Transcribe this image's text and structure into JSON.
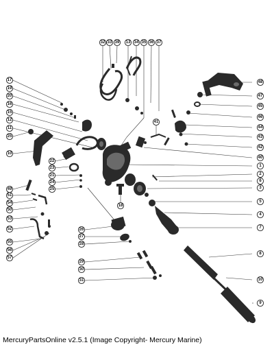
{
  "footer_text": "MercuryPartsOnline v2.5.1 (Image Copyright- Mercury Marine)",
  "callouts": {
    "c1": "1",
    "c2": "2",
    "c3": "3",
    "c4": "4",
    "c5": "5",
    "c6": "6",
    "c7": "7",
    "c8": "8",
    "c9": "9",
    "c10": "10",
    "c11": "11",
    "c12": "12",
    "c13": "13",
    "c14": "14",
    "c15": "15",
    "c16": "16",
    "c17": "17",
    "c18": "18",
    "c19": "19",
    "c20": "20",
    "c21": "21",
    "c22": "22",
    "c23": "23",
    "c24": "24",
    "c25": "25",
    "c26": "26",
    "c27": "27",
    "c28": "28",
    "c29": "29",
    "c30": "30",
    "c31": "31",
    "c32": "32",
    "c33": "33",
    "c34": "34",
    "c35": "35",
    "c36": "36",
    "c37": "37",
    "c38": "38",
    "c39": "39",
    "c40": "40",
    "c41": "41",
    "c42": "42",
    "c43": "43",
    "c44": "44",
    "c45": "45",
    "c46": "46",
    "c47": "47",
    "c48": "48",
    "c49": "49",
    "c50": "50",
    "c51": "51",
    "c52": "52",
    "c53": "53",
    "c54": "54",
    "c55": "55",
    "c56": "56",
    "c57": "57"
  }
}
